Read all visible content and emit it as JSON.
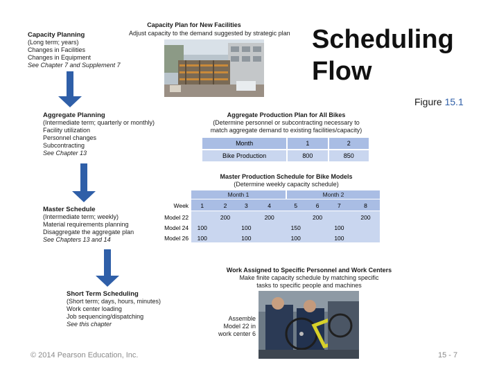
{
  "title": "Scheduling\nFlow",
  "title_line1": "Scheduling",
  "title_line2": "Flow",
  "figure_label": "Figure",
  "figure_number": "15.1",
  "footer_copyright": "© 2014 Pearson Education, Inc.",
  "footer_page": "15 - 7",
  "capacity_box": {
    "title": "Capacity Plan for New Facilities",
    "subtitle": "Adjust capacity to the demand suggested by strategic plan"
  },
  "levels": [
    {
      "title": "Capacity Planning",
      "lines": [
        "(Long term; years)",
        "Changes in Facilities",
        "Changes in Equipment"
      ],
      "see": "See Chapter 7 and Supplement 7"
    },
    {
      "title": "Aggregate Planning",
      "lines": [
        "(Intermediate term; quarterly or monthly)",
        "Facility utilization",
        "Personnel changes",
        "Subcontracting"
      ],
      "see": "See Chapter 13"
    },
    {
      "title": "Master Schedule",
      "lines": [
        "(Intermediate term; weekly)",
        "Material requirements planning",
        "Disaggregate the aggregate plan"
      ],
      "see": "See Chapters 13 and 14"
    },
    {
      "title": "Short Term Scheduling",
      "lines": [
        "(Short term; days, hours, minutes)",
        "Work center loading",
        "Job sequencing/dispatching"
      ],
      "see": "See this chapter"
    }
  ],
  "aggregate_plan": {
    "title": "Aggregate Production Plan for All Bikes",
    "sub1": "(Determine personnel or subcontracting necessary to",
    "sub2": "match aggregate demand to existing facilities/capacity)",
    "header": [
      "Month",
      "1",
      "2"
    ],
    "row": [
      "Bike Production",
      "800",
      "850"
    ]
  },
  "mps": {
    "title": "Master Production Schedule for Bike Models",
    "subtitle": "(Determine weekly capacity schedule)",
    "month1": "Month 1",
    "month2": "Month 2",
    "week_label": "Week",
    "weeks": [
      "1",
      "2",
      "3",
      "4",
      "5",
      "6",
      "7",
      "8"
    ],
    "rows": [
      {
        "label": "Model 22",
        "values": [
          "",
          "200",
          "",
          "200",
          "",
          "200",
          "",
          "200"
        ]
      },
      {
        "label": "Model 24",
        "values": [
          "100",
          "",
          "100",
          "",
          "150",
          "",
          "100",
          ""
        ]
      },
      {
        "label": "Model 26",
        "values": [
          "100",
          "",
          "100",
          "",
          "100",
          "",
          "100",
          ""
        ]
      }
    ]
  },
  "work_assigned": {
    "title": "Work Assigned to Specific Personnel and Work Centers",
    "sub1": "Make finite capacity schedule by matching specific",
    "sub2": "tasks to specific people and machines"
  },
  "assemble_caption": [
    "Assemble",
    "Model 22 in",
    "work center 6"
  ],
  "colors": {
    "arrow": "#2f5fa8",
    "table_header": "#a9bde4",
    "table_row": "#c9d6ef",
    "figure_number": "#2f5fa8"
  }
}
